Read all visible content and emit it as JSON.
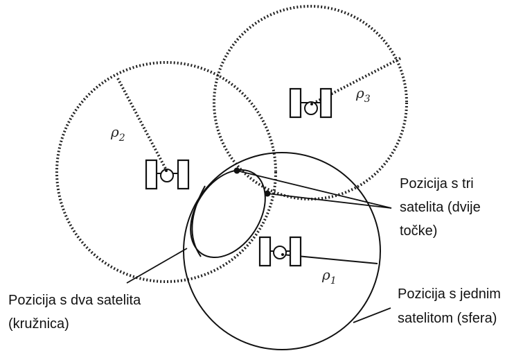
{
  "labels": {
    "three_sats": [
      "Pozicija s tri",
      "satelita (dvije",
      "točke)"
    ],
    "two_sats": [
      "Pozicija s dva satelita",
      "(kružnica)"
    ],
    "one_sat": [
      "Pozicija s jednim",
      "satelitom (sfera)"
    ]
  },
  "ranges": {
    "rho1": {
      "symbol": "ρ",
      "sub": "1"
    },
    "rho2": {
      "symbol": "ρ",
      "sub": "2"
    },
    "rho3": {
      "symbol": "ρ",
      "sub": "3"
    }
  }
}
